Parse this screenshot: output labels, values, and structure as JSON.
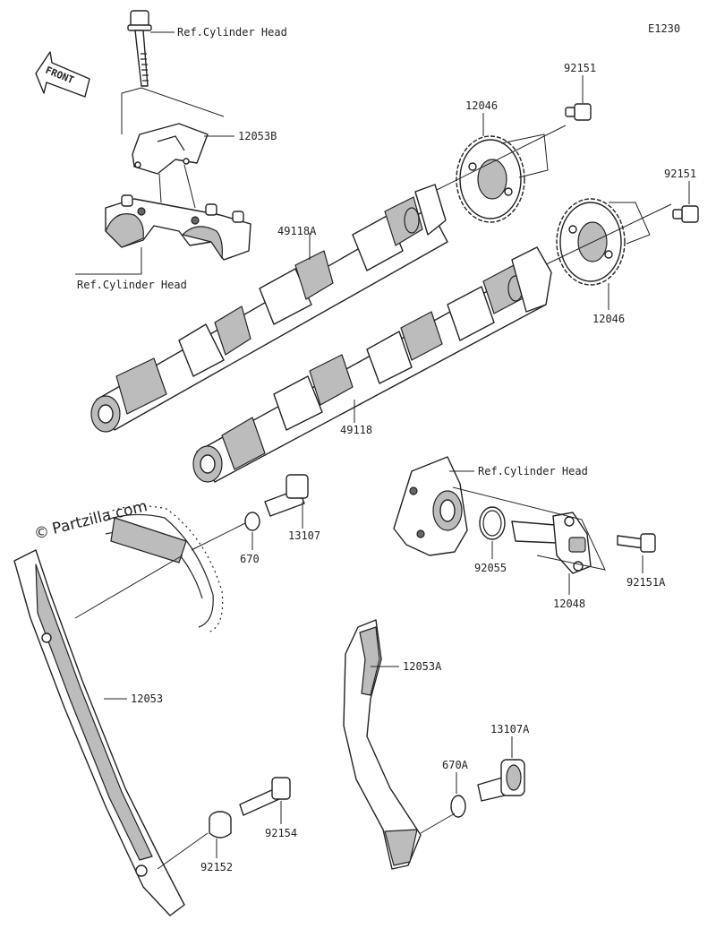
{
  "diagram": {
    "code": "E1230",
    "front_label": "FRONT",
    "watermark": "Partzilla.com",
    "copyright_symbol": "©",
    "labels": {
      "ref_head_top": "Ref.Cylinder Head",
      "p12053B": "12053B",
      "ref_head_left": "Ref.Cylinder Head",
      "p92151_a": "92151",
      "p12046_a": "12046",
      "p92151_b": "92151",
      "p49118A": "49118A",
      "p12046_b": "12046",
      "p49118": "49118",
      "ref_head_right": "Ref.Cylinder Head",
      "p13107": "13107",
      "p670": "670",
      "p92055": "92055",
      "p12048": "12048",
      "p92151A": "92151A",
      "p12053A": "12053A",
      "p12053": "12053",
      "p13107A": "13107A",
      "p670A": "670A",
      "p92154": "92154",
      "p92152": "92152"
    }
  }
}
